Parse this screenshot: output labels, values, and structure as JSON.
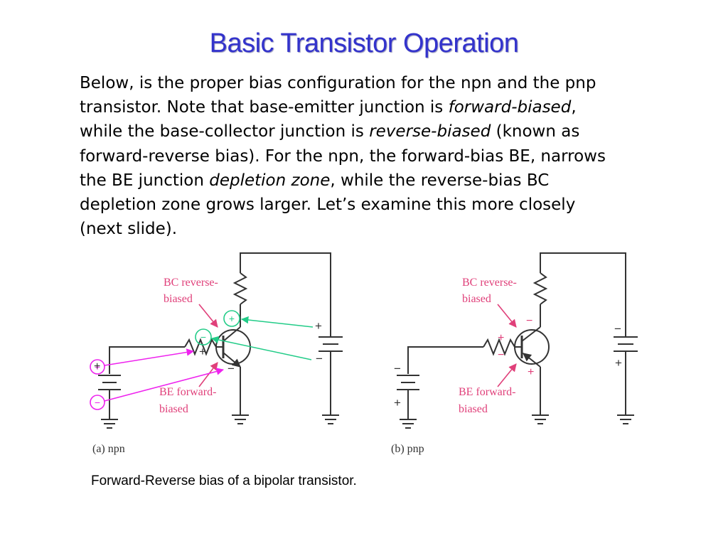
{
  "slide": {
    "title": "Basic Transistor Operation",
    "body": {
      "l1": "Below, is the proper bias configuration for the npn and the pnp",
      "l2a": "transistor. Note that base-emitter junction is ",
      "l2b": "forward-biased",
      "l2c": ",",
      "l3a": "while the base-collector junction is ",
      "l3b": "reverse-biased",
      "l3c": " (known as",
      "l4": "forward-reverse bias). For the npn, the forward-bias BE, narrows",
      "l5a": "the BE junction ",
      "l5b": "depletion zone",
      "l5c": ", while the reverse-bias BC",
      "l6": "depletion zone grows larger. Let’s examine this more closely",
      "l7": "(next slide)."
    },
    "caption": "Forward-Reverse bias of a bipolar transistor."
  },
  "figure": {
    "npn": {
      "label": "(a) npn",
      "bc_line1": "BC reverse-",
      "bc_line2": "biased",
      "be_line1": "BE forward-",
      "be_line2": "biased",
      "sign_plus": "+",
      "sign_minus": "−"
    },
    "pnp": {
      "label": "(b) pnp",
      "bc_line1": "BC reverse-",
      "bc_line2": "biased",
      "be_line1": "BE forward-",
      "be_line2": "biased",
      "sign_plus": "+",
      "sign_minus": "−"
    },
    "colors": {
      "label_pink": "#e0407a",
      "annot_green": "#22cc88",
      "annot_magenta": "#ee22ee",
      "wire": "#333333"
    }
  }
}
